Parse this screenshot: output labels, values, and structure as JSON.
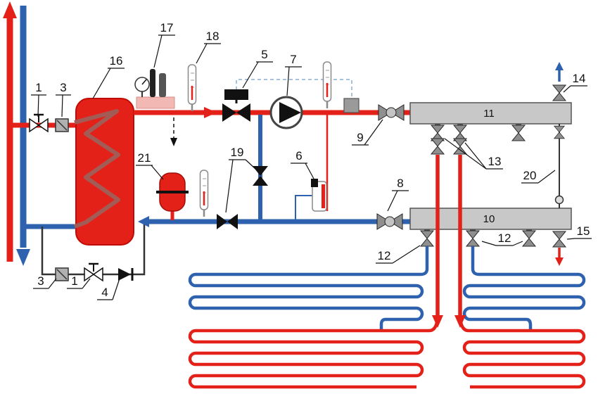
{
  "diagram": {
    "labels": {
      "inlet_valve": "1",
      "inlet_filter": "3",
      "tank": "16",
      "instrument_station": "17",
      "supply_thermometer": "18",
      "mixing_valve": "5",
      "pump": "7",
      "expansion_vessel": "21",
      "balancing_valve": "19",
      "safety_sensor": "6",
      "supply_ball_valve": "9",
      "return_ball_valve": "8",
      "supply_manifold": "11",
      "return_manifold": "10",
      "supply_loop_valves": "13",
      "return_loop_valve_left": "12",
      "return_loop_valve_right": "12",
      "air_vent": "14",
      "manifold_bypass": "20",
      "drain_valve": "15",
      "fill_filter": "3",
      "fill_valve": "1",
      "check_valve": "4"
    },
    "colors": {
      "supply": "#e32119",
      "return_pipe": "#2f62ae",
      "coil": "#a35c55",
      "manifold": "#c8c8c8",
      "capillary": "#88aed0",
      "valve_gray": "#8f8f8f"
    }
  }
}
